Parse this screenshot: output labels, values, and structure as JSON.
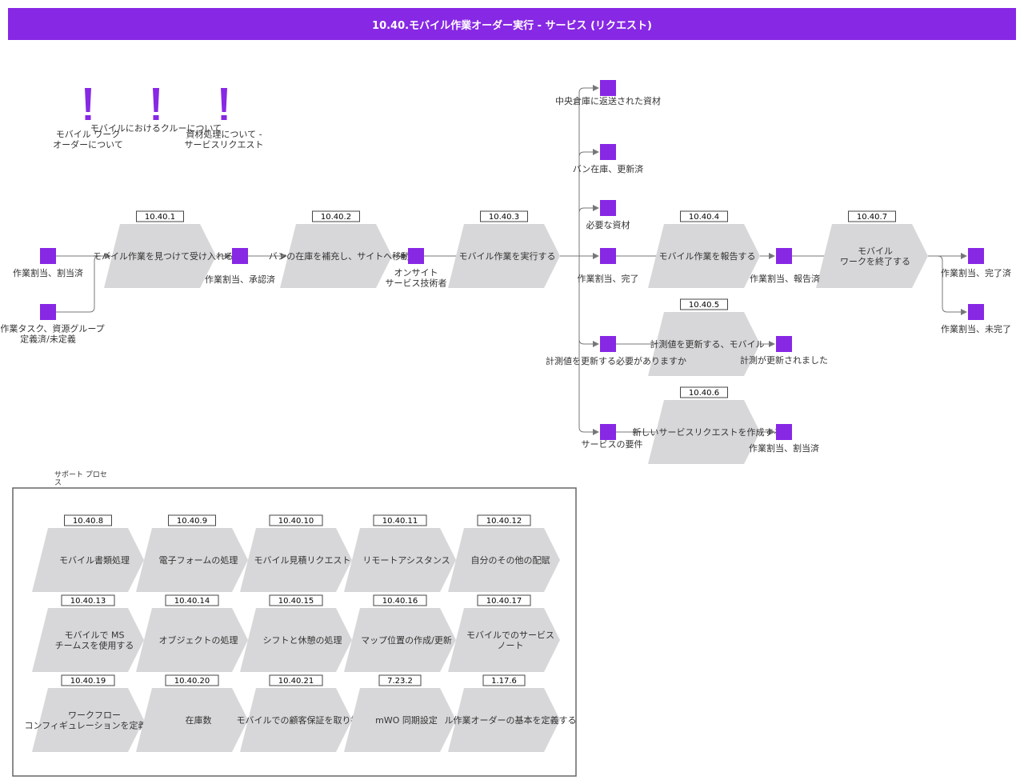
{
  "title": "10.40.モバイル作業オーダー実行 - サービス (リクエスト)",
  "colors": {
    "accent": "#8728e4",
    "event": "#8728e4",
    "process": "#d7d7d9",
    "connector": "#777777"
  },
  "info_icons": [
    {
      "id": "i1",
      "lines": [
        "モバイル ワーク",
        "オーダーについて"
      ]
    },
    {
      "id": "i2",
      "lines": [
        "モバイルにおけるクルーについて"
      ]
    },
    {
      "id": "i3",
      "lines": [
        "資材処理について -",
        "サービスリクエスト"
      ]
    }
  ],
  "processes": [
    {
      "id": "p1",
      "num": "10.40.1",
      "lines": [
        "モバイル作業を見つけて受け入れる"
      ]
    },
    {
      "id": "p2",
      "num": "10.40.2",
      "lines": [
        "バンの在庫を補充し、サイトへ移動"
      ]
    },
    {
      "id": "p3",
      "num": "10.40.3",
      "lines": [
        "モバイル作業を実行する"
      ]
    },
    {
      "id": "p4",
      "num": "10.40.4",
      "lines": [
        "モバイル作業を報告する"
      ]
    },
    {
      "id": "p5",
      "num": "10.40.7",
      "lines": [
        "モバイル",
        "ワークを終了する"
      ]
    },
    {
      "id": "p6",
      "num": "10.40.5",
      "lines": [
        "計測値を更新する、モバイル"
      ]
    },
    {
      "id": "p7",
      "num": "10.40.6",
      "lines": [
        "新しいサービスリクエストを作成する"
      ]
    }
  ],
  "events": [
    {
      "id": "e1",
      "lines": [
        "作業割当、割当済"
      ]
    },
    {
      "id": "e2",
      "lines": [
        "ル作業タスク、資源グループ",
        "定義済/未定義"
      ]
    },
    {
      "id": "e3",
      "lines": [
        "作業割当、承認済"
      ]
    },
    {
      "id": "e4",
      "lines": [
        "オンサイト",
        "サービス技術者"
      ]
    },
    {
      "id": "e5",
      "lines": [
        "中央倉庫に返送された資材"
      ]
    },
    {
      "id": "e6",
      "lines": [
        "バン在庫、更新済"
      ]
    },
    {
      "id": "e7",
      "lines": [
        "必要な資材"
      ]
    },
    {
      "id": "e8",
      "lines": [
        "作業割当、完了"
      ]
    },
    {
      "id": "e9",
      "lines": [
        "計測値を更新する必要がありますか"
      ]
    },
    {
      "id": "e10",
      "lines": [
        "サービスの要件"
      ]
    },
    {
      "id": "e11",
      "lines": [
        "作業割当、報告済"
      ]
    },
    {
      "id": "e12",
      "lines": [
        "計測が更新されました"
      ]
    },
    {
      "id": "e13",
      "lines": [
        "作業割当、割当済"
      ]
    },
    {
      "id": "e14",
      "lines": [
        "作業割当、完了済"
      ]
    },
    {
      "id": "e15",
      "lines": [
        "作業割当、未完了"
      ]
    }
  ],
  "support": {
    "label_lines": [
      "サポート プロセ",
      "ス"
    ],
    "items": [
      {
        "num": "10.40.8",
        "lines": [
          "モバイル書類処理"
        ]
      },
      {
        "num": "10.40.9",
        "lines": [
          "電子フォームの処理"
        ]
      },
      {
        "num": "10.40.10",
        "lines": [
          "モバイル見積リクエスト"
        ]
      },
      {
        "num": "10.40.11",
        "lines": [
          "リモートアシスタンス"
        ]
      },
      {
        "num": "10.40.12",
        "lines": [
          "自分のその他の配賦"
        ]
      },
      {
        "num": "10.40.13",
        "lines": [
          "モバイルで MS",
          "チームスを使用する"
        ]
      },
      {
        "num": "10.40.14",
        "lines": [
          "オブジェクトの処理"
        ]
      },
      {
        "num": "10.40.15",
        "lines": [
          "シフトと休憩の処理"
        ]
      },
      {
        "num": "10.40.16",
        "lines": [
          "マップ位置の作成/更新"
        ]
      },
      {
        "num": "10.40.17",
        "lines": [
          "モバイルでのサービス",
          "ノート"
        ]
      },
      {
        "num": "10.40.19",
        "lines": [
          "ワークフロー",
          "コンフィギュレーションを定義する"
        ]
      },
      {
        "num": "10.40.20",
        "lines": [
          "在庫数"
        ]
      },
      {
        "num": "10.40.21",
        "lines": [
          "モバイルでの顧客保証を取り扱う"
        ]
      },
      {
        "num": "7.23.2",
        "lines": [
          "mWO 同期設定"
        ]
      },
      {
        "num": "1.17.6",
        "lines": [
          "ル作業オーダーの基本を定義する"
        ]
      }
    ]
  }
}
